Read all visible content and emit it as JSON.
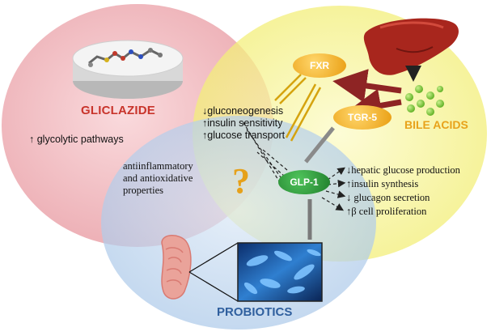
{
  "gliclazide": {
    "title": "GLICLAZIDE",
    "effect": "↑ glycolytic pathways"
  },
  "bile_acids": {
    "title": "BILE ACIDS"
  },
  "probiotics": {
    "title": "PROBIOTICS"
  },
  "overlap": {
    "text_line1": "antiinflammatory",
    "text_line2": "and antioxidative",
    "text_line3": "properties"
  },
  "receptors": {
    "fxr": "FXR",
    "tgr5": "TGR-5",
    "glp1": "GLP-1"
  },
  "center_effects": [
    "↓gluconeogenesis",
    "↑insulin sensitivity",
    "↑glucose transport"
  ],
  "glp1_effects": [
    "↓hepatic glucose production",
    "↑insulin synthesis",
    "↓ glucagon secretion",
    "↑β cell proliferation"
  ],
  "colors": {
    "gliclazide_circle": "#f2b8be",
    "bile_circle": "#f7f49a",
    "probiotics_circle": "#b9d3ee",
    "receptor_orange": "#f3b51c",
    "tgr5_orange": "#f0a61a",
    "glp1_green": "#2c9b3a",
    "arrow_brown": "#8e2424"
  },
  "icons": {
    "liver": "liver-icon",
    "bile_droplets": "bile-droplets-icon",
    "molecule": "gliclazide-molecule-icon",
    "question": "question-mark-icon",
    "intestine": "intestine-icon",
    "bacteria": "bacteria-image"
  }
}
